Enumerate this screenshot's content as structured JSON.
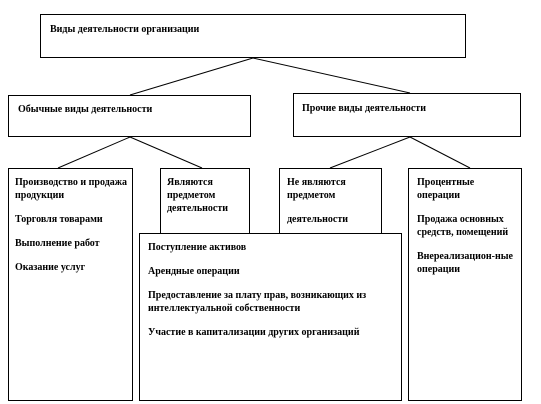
{
  "root": {
    "title": "Виды деятельности организации"
  },
  "ordinary": {
    "title": "Обычные виды деятельности"
  },
  "other": {
    "title": "Прочие виды деятельности"
  },
  "production": {
    "lines": [
      "Производство и продажа продукции",
      "Торговля товарами",
      "Выполнение работ",
      "Оказание услуг"
    ]
  },
  "subject_yes": {
    "text": "Являются предметом деятельности"
  },
  "subject_no": {
    "lines": [
      "Не являются предметом",
      "деятельности"
    ]
  },
  "other_ops": {
    "lines": [
      "Процентные операции",
      "Продажа основных средств, помещений",
      "Внереализацион-ные операции"
    ]
  },
  "overlay": {
    "lines": [
      "Поступление активов",
      "Арендные операции",
      "Предоставление за плату прав, возникающих из интеллектуальной собственности",
      "Участие в капитализации других организаций"
    ]
  }
}
